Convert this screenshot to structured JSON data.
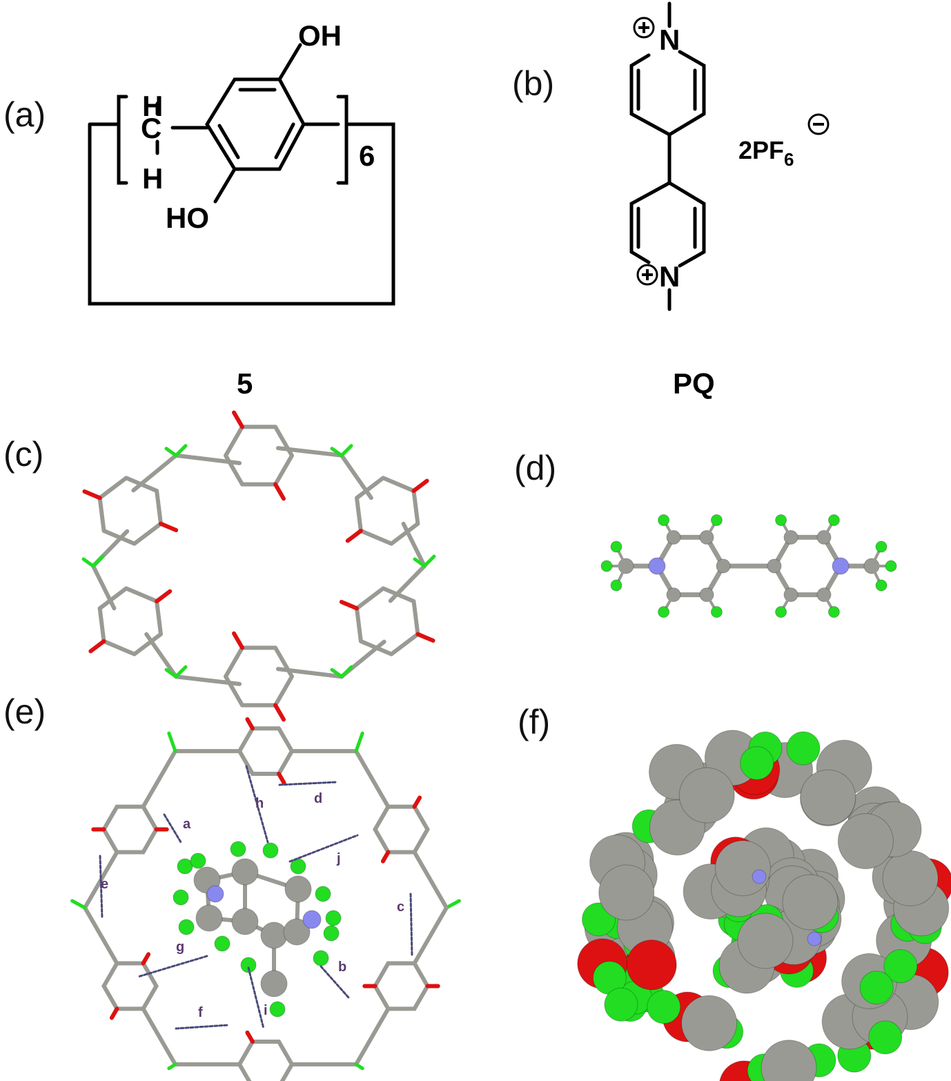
{
  "panels": {
    "a": {
      "label": "(a)",
      "atoms": {
        "H_top": "H",
        "C": "C",
        "H_bottom": "H",
        "OH": "OH",
        "HO": "HO",
        "repeat": "6"
      },
      "caption": "5"
    },
    "b": {
      "label": "(b)",
      "atoms": {
        "N_top": "N",
        "N_bottom": "N",
        "counterion": "2PF",
        "counterion_sub": "6"
      },
      "caption": "PQ"
    },
    "c": {
      "label": "(c)"
    },
    "d": {
      "label": "(d)"
    },
    "e": {
      "label": "(e)",
      "contacts": [
        "a",
        "b",
        "c",
        "d",
        "e",
        "f",
        "g",
        "h",
        "i",
        "j"
      ]
    },
    "f": {
      "label": "(f)"
    }
  },
  "colors": {
    "carbon": "#9a9a94",
    "hydrogen": "#22dd22",
    "oxygen": "#dd1111",
    "nitrogen": "#8888ee",
    "bond": "#000000"
  }
}
